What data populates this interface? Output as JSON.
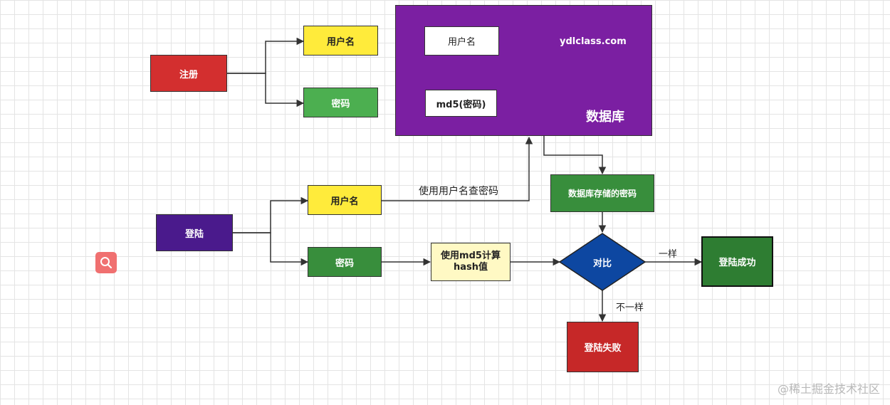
{
  "colors": {
    "register": "#d32f2f",
    "login": "#4a1a8c",
    "username": "#ffeb3b",
    "password_green": "#4caf50",
    "password_dark_green": "#388e3c",
    "database": "#7b1fa2",
    "hash_box": "#fff9c4",
    "compare": "#0d47a1",
    "success": "#2e7d32",
    "fail": "#c62828",
    "stored_password": "#388e3c"
  },
  "icons": {
    "search": "search-icon"
  },
  "register": {
    "label": "注册",
    "username": "用户名",
    "password": "密码"
  },
  "database": {
    "title": "数据库",
    "domain": "ydlclass.com",
    "username_field": "用户名",
    "password_field": "md5(密码)"
  },
  "login": {
    "label": "登陆",
    "username": "用户名",
    "password": "密码",
    "query_label": "使用用户名查密码",
    "hash_line1": "使用md5计算",
    "hash_line2": "hash值",
    "stored_password": "数据库存储的密码",
    "compare": "对比",
    "same_label": "一样",
    "different_label": "不一样",
    "success": "登陆成功",
    "fail": "登陆失败"
  },
  "watermark": "@稀土掘金技术社区"
}
